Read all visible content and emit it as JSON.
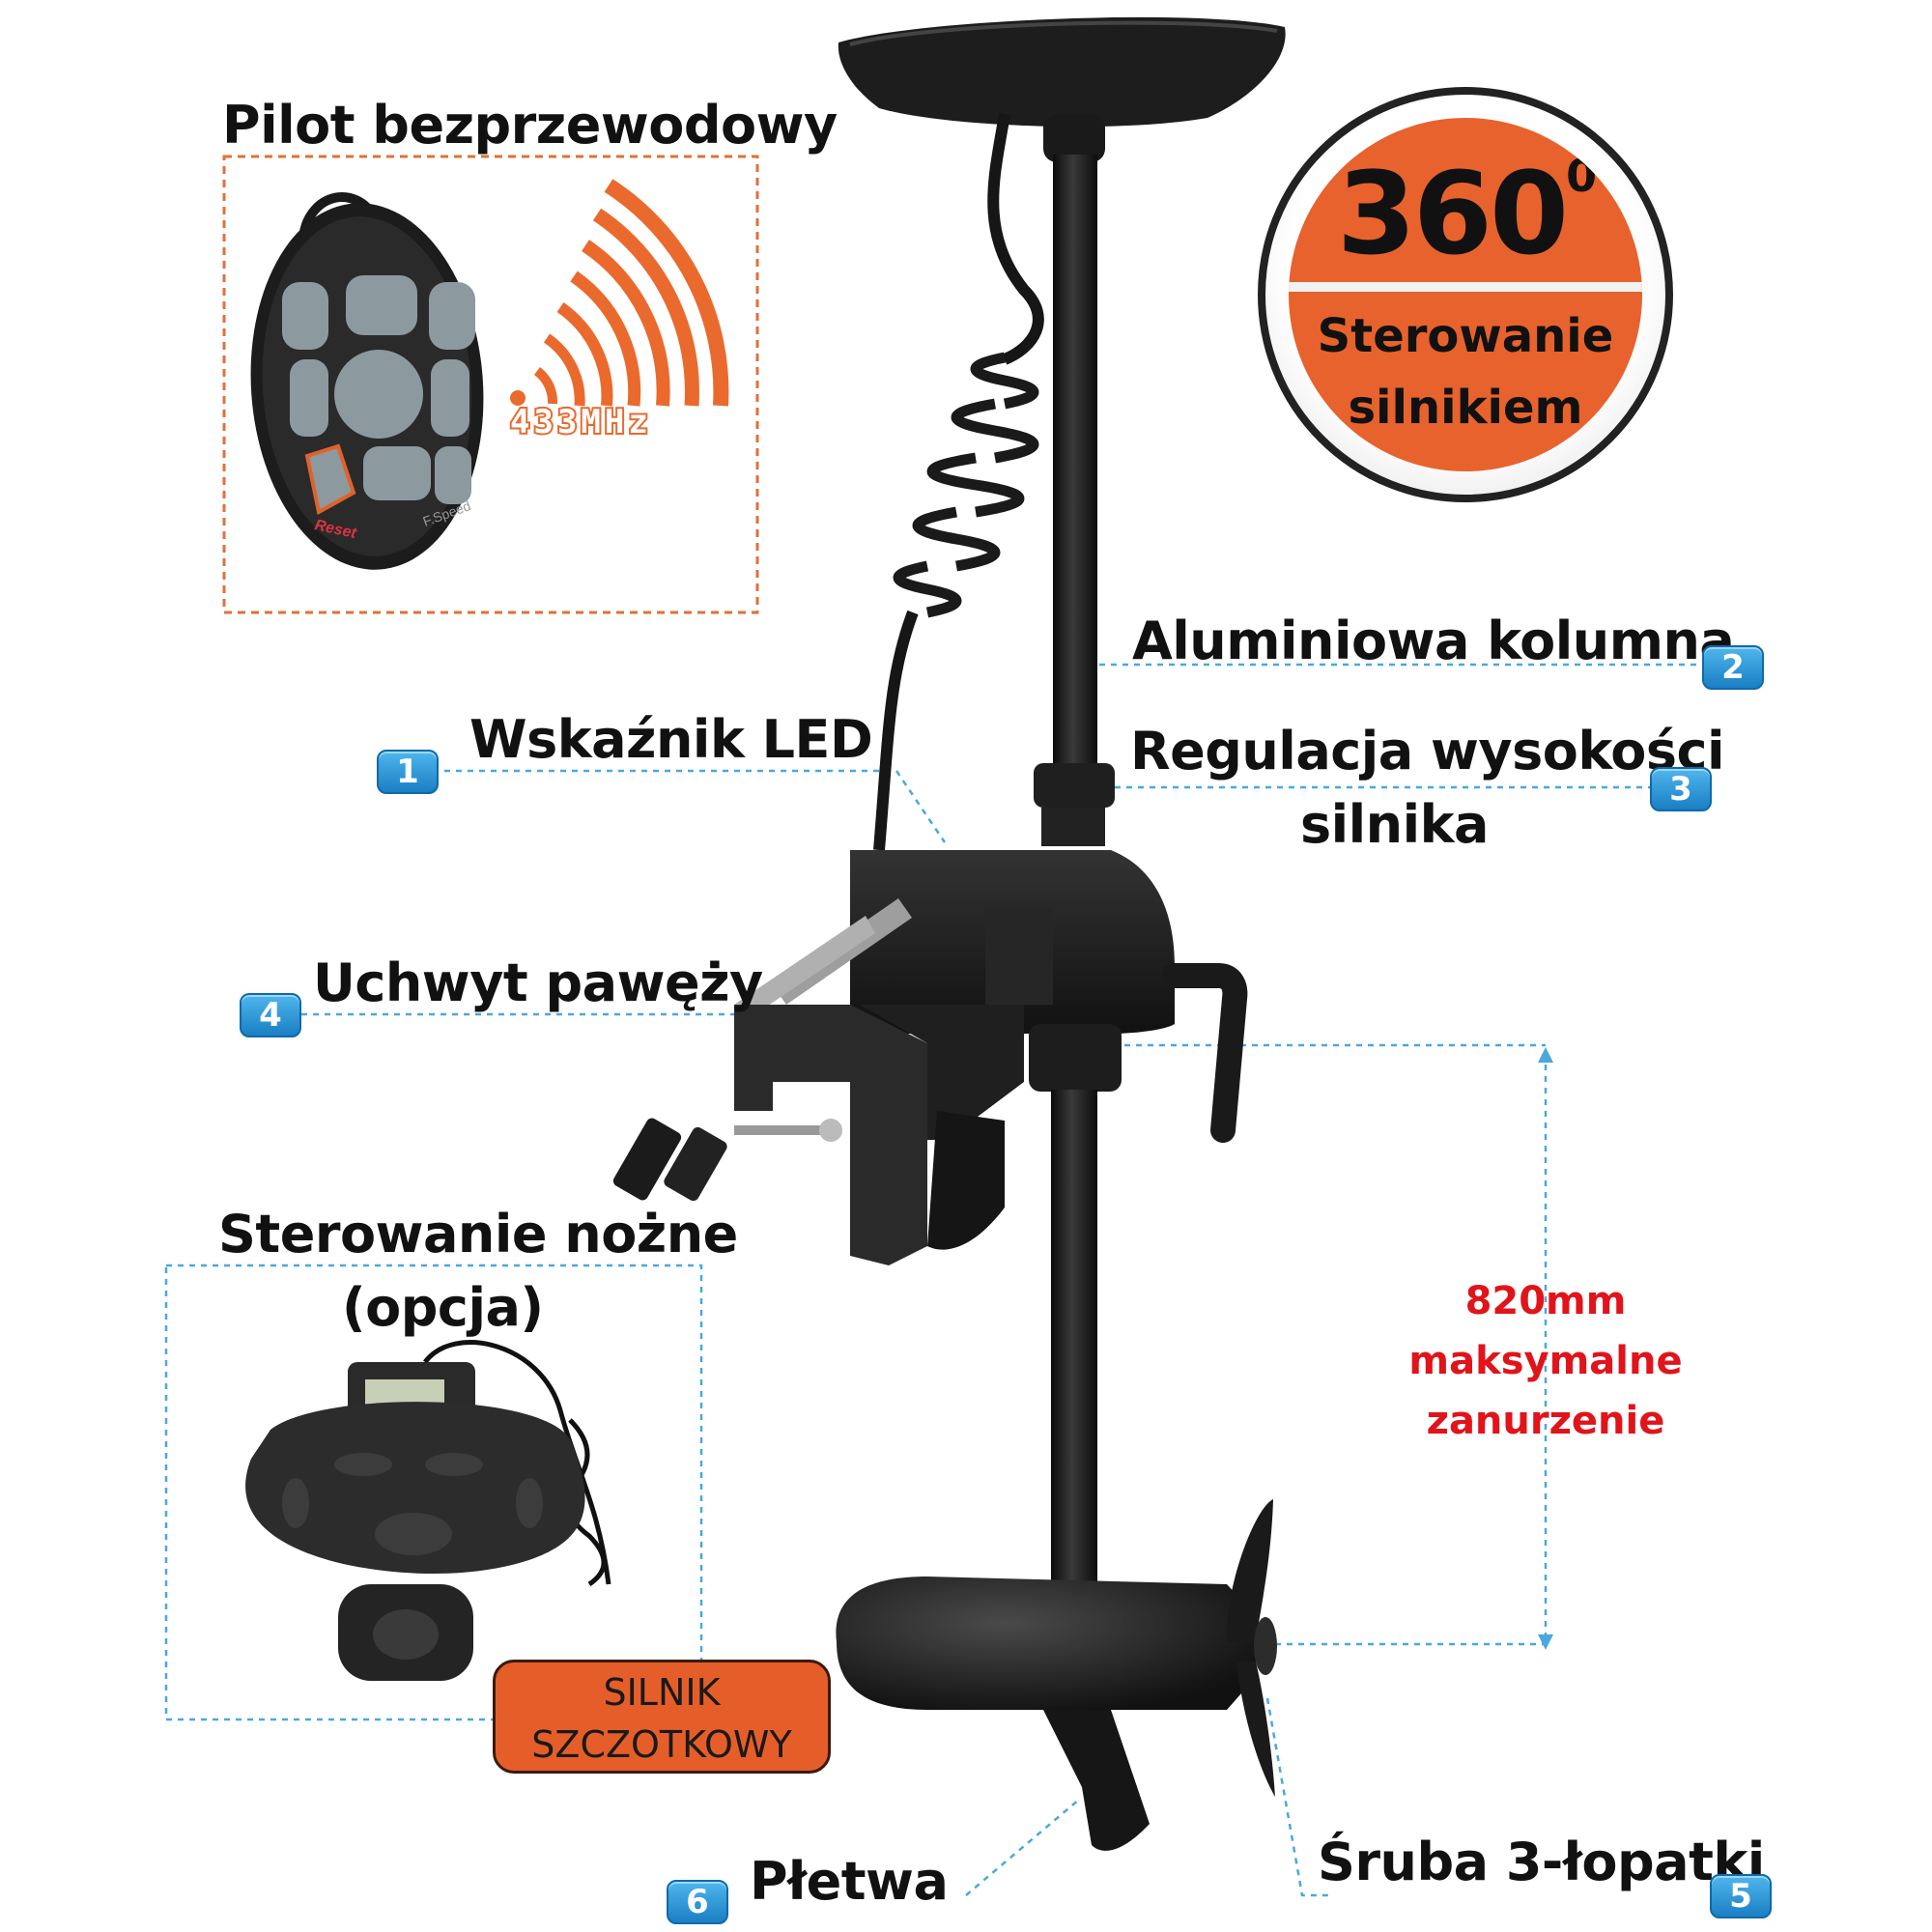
{
  "labels": {
    "remote_title": "Pilot bezprzewodowy",
    "frequency": "433MHz",
    "remote_reset": "Reset",
    "remote_speed": "F.Speed",
    "steering_degrees": "360",
    "steering_degree_sup": "0",
    "steering_line1": "Sterowanie",
    "steering_line2": "silnikiem",
    "column": "Aluminiowa kolumna",
    "led": "Wskaźnik LED",
    "height_line1": "Regulacja wysokości",
    "height_line2": "silnika",
    "transom": "Uchwyt pawęży",
    "foot_line1": "Sterowanie nożne",
    "foot_line2": "(opcja)",
    "depth_line1": "820mm",
    "depth_line2": "maksymalne",
    "depth_line3": "zanurzenie",
    "motor_line1": "SILNIK",
    "motor_line2": "SZCZOTKOWY",
    "fin": "Płetwa",
    "propeller": "Śruba 3-łopatki"
  },
  "badges": {
    "b1": "1",
    "b2": "2",
    "b3": "3",
    "b4": "4",
    "b5": "5",
    "b6": "6"
  },
  "colors": {
    "accent_orange": "#e8622d",
    "badge_blue": "#2a93d8",
    "dash_blue": "#4aa8de",
    "depth_red": "#e0141a",
    "motor_black": "#1e1e1e"
  }
}
